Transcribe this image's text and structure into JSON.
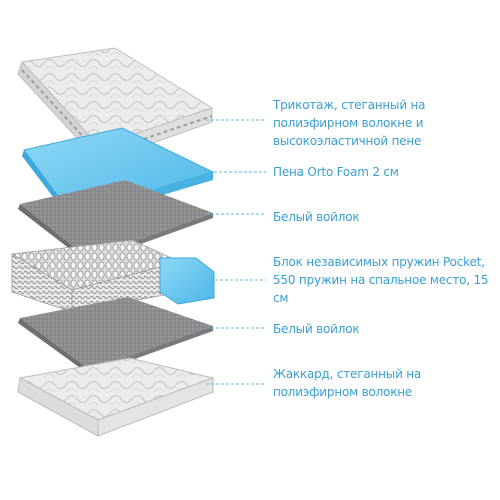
{
  "diagram": {
    "layers": [
      {
        "id": "knit-top",
        "label": "Трикотаж, стеганный на полиэфирном волокне и высокоэластичной пене"
      },
      {
        "id": "foam",
        "label": "Пена Orto Foam 2 см"
      },
      {
        "id": "felt-1",
        "label": "Белый войлок"
      },
      {
        "id": "springs",
        "label": "Блок независимых пружин Pocket, 550 пружин на спальное место, 15 см"
      },
      {
        "id": "felt-2",
        "label": "Белый войлок"
      },
      {
        "id": "jacquard-bottom",
        "label": "Жаккард, стеганный на полиэфирном волокне"
      }
    ],
    "colors": {
      "label_text": "#3a9fd0",
      "leader_line": "#5bb7e0",
      "foam": "#5bc2ec",
      "felt": "#8c8c8f",
      "fabric": "#ededed"
    }
  }
}
